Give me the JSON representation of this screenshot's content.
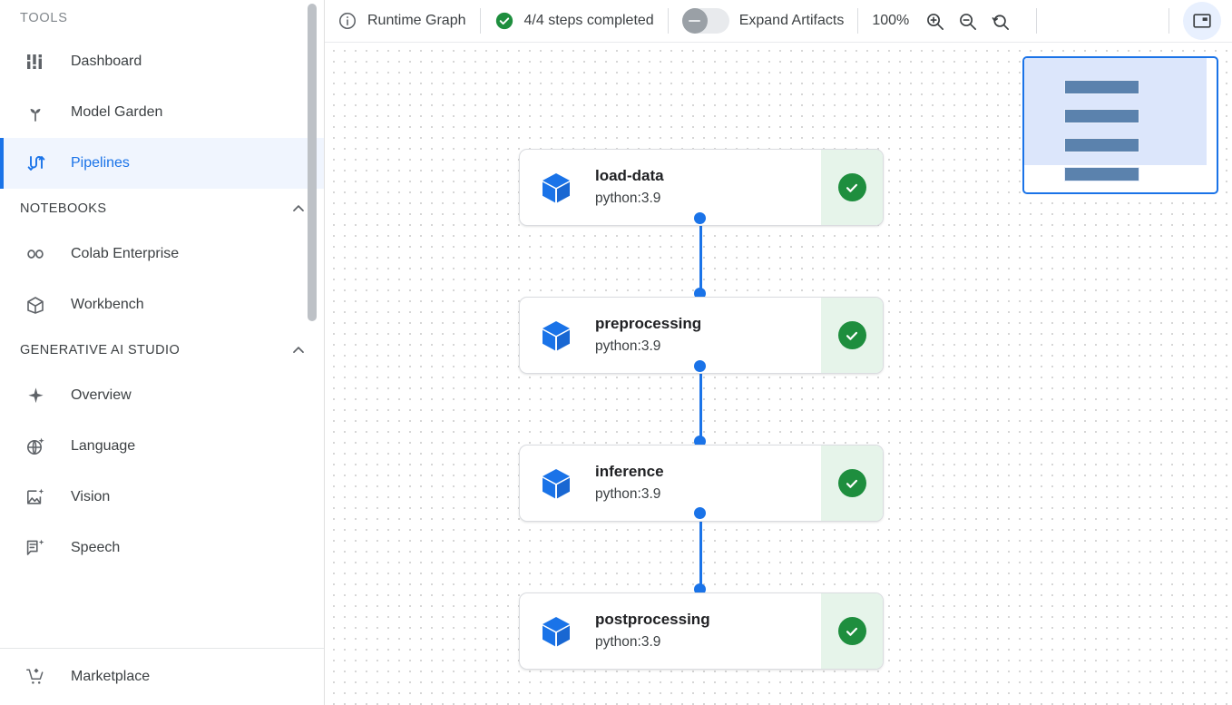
{
  "sidebar": {
    "tools_label": "TOOLS",
    "tools_items": [
      {
        "label": "Dashboard",
        "icon": "dashboard-icon"
      },
      {
        "label": "Model Garden",
        "icon": "sprout-icon"
      },
      {
        "label": "Pipelines",
        "icon": "pipelines-icon"
      }
    ],
    "notebooks_label": "NOTEBOOKS",
    "notebooks_items": [
      {
        "label": "Colab Enterprise",
        "icon": "colab-icon"
      },
      {
        "label": "Workbench",
        "icon": "workbench-icon"
      }
    ],
    "genai_label": "GENERATIVE AI STUDIO",
    "genai_items": [
      {
        "label": "Overview",
        "icon": "sparkle-icon"
      },
      {
        "label": "Language",
        "icon": "globe-sparkle-icon"
      },
      {
        "label": "Vision",
        "icon": "image-sparkle-icon"
      },
      {
        "label": "Speech",
        "icon": "speech-sparkle-icon"
      }
    ],
    "footer_items": [
      {
        "label": "Marketplace",
        "icon": "cart-icon"
      }
    ],
    "active_item": "Pipelines"
  },
  "toolbar": {
    "graph_label": "Runtime Graph",
    "steps_label": "4/4 steps completed",
    "expand_artifacts_label": "Expand Artifacts",
    "expand_artifacts_on": false,
    "zoom_level": "100%",
    "zoom_in_icon": "zoom-in-icon",
    "zoom_out_icon": "zoom-out-icon",
    "zoom_reset_icon": "zoom-reset-icon",
    "panel_toggle_icon": "panel-toggle-icon"
  },
  "graph": {
    "nodes": [
      {
        "name": "load-data",
        "image": "python:3.9",
        "status": "succeeded"
      },
      {
        "name": "preprocessing",
        "image": "python:3.9",
        "status": "succeeded"
      },
      {
        "name": "inference",
        "image": "python:3.9",
        "status": "succeeded"
      },
      {
        "name": "postprocessing",
        "image": "python:3.9",
        "status": "succeeded"
      }
    ],
    "edge_color": "#1a73e8",
    "status_color": "#1e8e3e",
    "status_bg": "#e6f4ea"
  },
  "minimap": {
    "node_count": 4,
    "viewport_color": "#dce6fb",
    "border_color": "#1a73e8",
    "node_color": "#5b82ad"
  }
}
